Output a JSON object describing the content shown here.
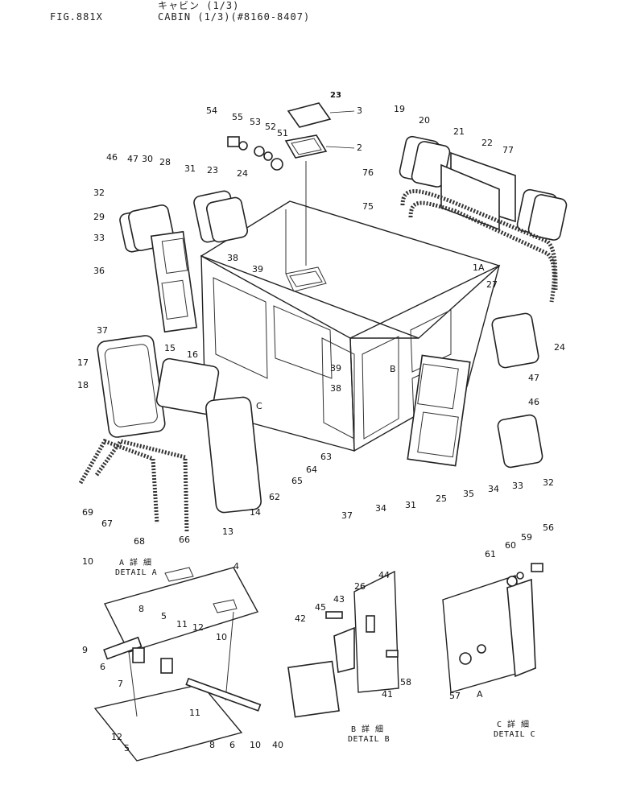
{
  "header": {
    "fig_label": "FIG.881X",
    "title_kana": "キャビン (1/3)",
    "title_main": "CABIN (1/3)(#8160-8407)"
  },
  "callouts": [
    "54",
    "55",
    "53",
    "52",
    "51",
    "3",
    "2",
    "46",
    "47",
    "30",
    "28",
    "31",
    "23",
    "24",
    "32",
    "29",
    "33",
    "36",
    "38",
    "39",
    "19",
    "20",
    "21",
    "22",
    "77",
    "76",
    "75",
    "1A",
    "27",
    "37",
    "17",
    "18",
    "15",
    "16",
    "39",
    "B",
    "38",
    "C",
    "47",
    "46",
    "69",
    "67",
    "68",
    "66",
    "13",
    "14",
    "62",
    "65",
    "64",
    "63",
    "37",
    "34",
    "31",
    "25",
    "35",
    "34",
    "33",
    "32",
    "10",
    "4",
    "8",
    "5",
    "11",
    "12",
    "10",
    "9",
    "6",
    "7",
    "11",
    "12",
    "5",
    "8",
    "6",
    "10",
    "40",
    "26",
    "44",
    "45",
    "43",
    "42",
    "41",
    "58",
    "61",
    "60",
    "59",
    "56",
    "57",
    "A",
    "23",
    "24"
  ],
  "details": {
    "a_jp": "A 詳 細",
    "a": "DETAIL A",
    "b_jp": "B 詳 細",
    "b": "DETAIL B",
    "c_jp": "C 詳 細",
    "c": "DETAIL C"
  }
}
